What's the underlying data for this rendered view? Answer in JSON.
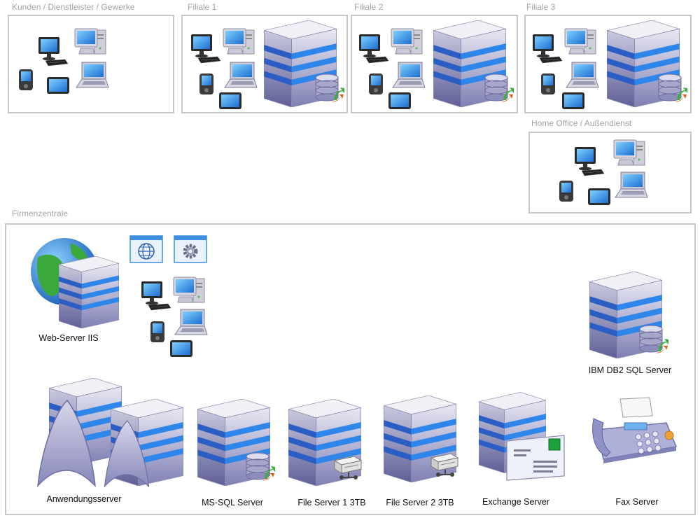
{
  "groups": {
    "kunden": "Kunden / Dienstleister / Gewerke",
    "filiale1": "Filiale 1",
    "filiale2": "Filiale 2",
    "filiale3": "Filiale 3",
    "homeoffice": "Home Office / Außendienst",
    "zentrale": "Firmenzentrale"
  },
  "servers": {
    "web": "Web-Server IIS",
    "db2": "IBM DB2 SQL Server",
    "app": "Anwendungsserver",
    "mssql": "MS-SQL Server",
    "fs1": "File Server 1 3TB",
    "fs2": "File Server 2 3TB",
    "exchange": "Exchange Server",
    "fax": "Fax Server"
  },
  "colors": {
    "border": "#c8c8c8",
    "caption": "#a3a3a3",
    "stripe": "#2a74d6",
    "server_body": "#a9a9d2"
  }
}
